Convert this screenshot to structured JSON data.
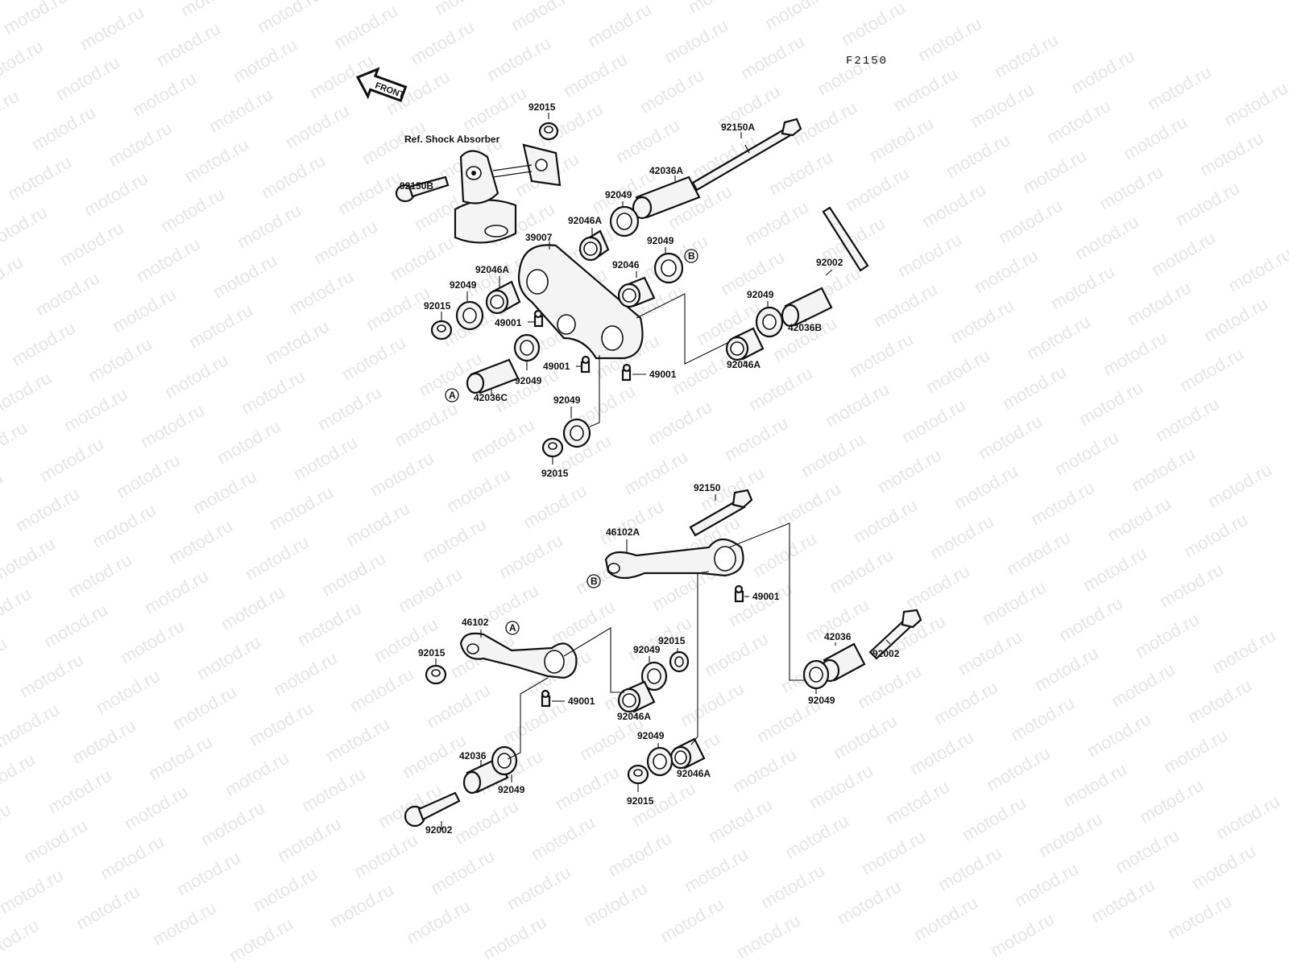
{
  "diagram_code": "F2150",
  "front_label": "FRONT",
  "ref_label": "Ref. Shock Absorber",
  "watermark": "motod.ru",
  "markers": {
    "a": "A",
    "b": "B"
  },
  "labels": {
    "p92015_top": "92015",
    "p92150B": "92150B",
    "p92150A": "92150A",
    "p42036A": "42036A",
    "p92049_a": "92049",
    "p92046A_a": "92046A",
    "p39007": "39007",
    "p92049_b": "92049",
    "p92046": "92046",
    "p92046A_b": "92046A",
    "p92049_c": "92049",
    "p92015_b": "92015",
    "p49001_a": "49001",
    "p49001_b": "49001",
    "p49001_c": "49001",
    "p92049_d": "92049",
    "p42036C": "42036C",
    "p92049_e": "92049",
    "p92015_c": "92015",
    "p92002_a": "92002",
    "p92049_f": "92049",
    "p42036B": "42036B",
    "p92046A_c": "92046A",
    "p92150": "92150",
    "p46102A": "46102A",
    "p49001_d": "49001",
    "p46102": "46102",
    "p92015_d": "92015",
    "p92015_e": "92015",
    "p92049_g": "92049",
    "p49001_e": "49001",
    "p92046A_d": "92046A",
    "p42036": "42036",
    "p92002_b": "92002",
    "p92049_h": "92049",
    "p42036_b": "42036",
    "p92049_i": "92049",
    "p92002_c": "92002",
    "p92049_j": "92049",
    "p92046A_e": "92046A",
    "p92015_f": "92015"
  }
}
